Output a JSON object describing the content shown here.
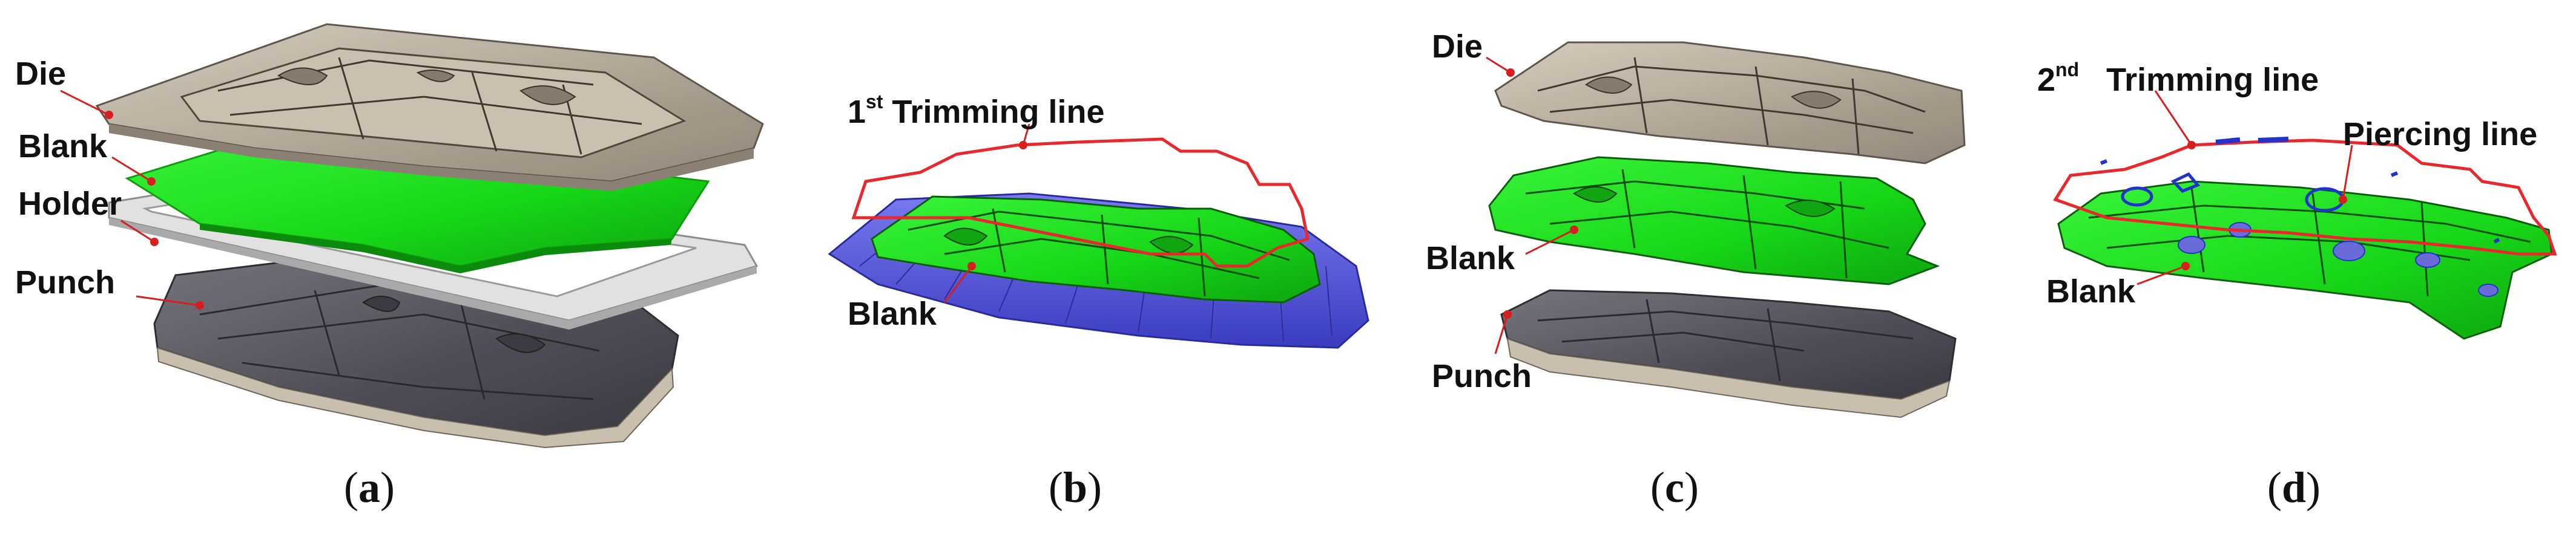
{
  "colors": {
    "metal": "#b9b0a2",
    "metal_dark": "#6e665c",
    "blank_green": "#19e619",
    "blank_green_dark": "#0a7a0a",
    "holder_gray": "#d2d2d2",
    "punch_gray": "#5c5c63",
    "blank_blue": "#5a5adc",
    "trim_red": "#e8282d",
    "pierce_blue": "#2233cc",
    "pointer_red": "#d81e1e"
  },
  "panels": [
    {
      "caption": "a",
      "labels": {
        "die": "Die",
        "blank": "Blank",
        "holder": "Holder",
        "punch": "Punch"
      }
    },
    {
      "caption": "b",
      "labels": {
        "trim_number": "1",
        "trim_sup": "st",
        "trim_text": "Trimming line",
        "blank": "Blank"
      }
    },
    {
      "caption": "c",
      "labels": {
        "die": "Die",
        "blank": "Blank",
        "punch": "Punch"
      }
    },
    {
      "caption": "d",
      "labels": {
        "trim_number": "2",
        "trim_sup": "nd",
        "trim_text": "Trimming line",
        "piercing": "Piercing line",
        "blank": "Blank"
      }
    }
  ]
}
